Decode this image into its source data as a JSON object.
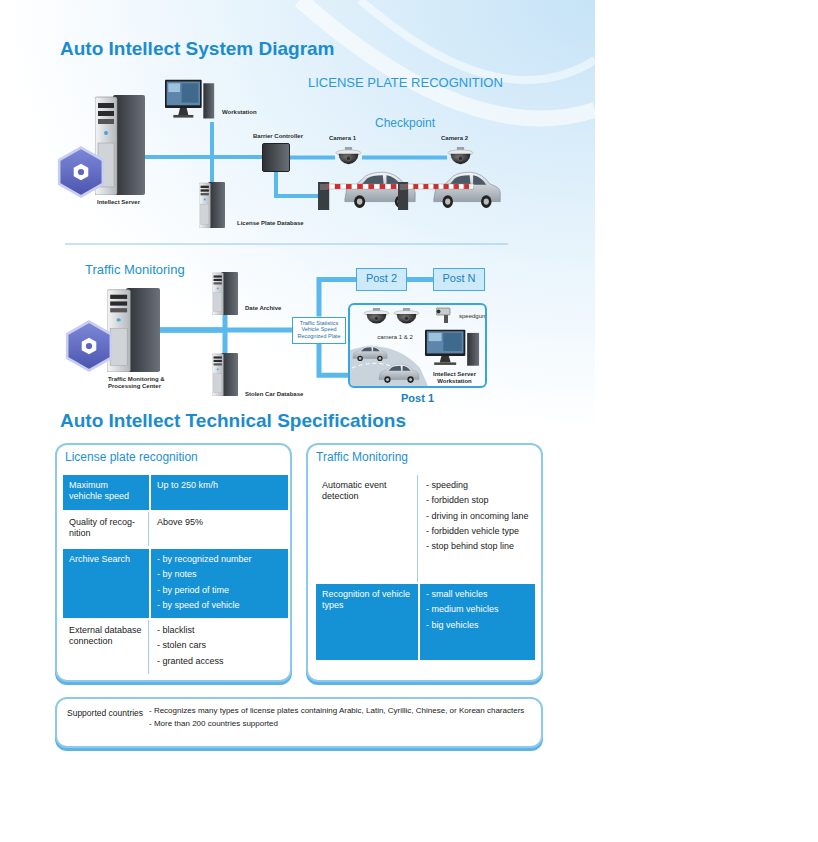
{
  "diagram": {
    "title": "Auto Intellect System Diagram",
    "nodes": [
      {
        "text": [
          "Intellect Server"
        ]
      },
      {
        "text": [
          "Workstation"
        ]
      },
      {
        "text": [
          "License Plate Database"
        ]
      },
      {
        "text": [
          "Barrier Controller"
        ]
      },
      {
        "text": [
          "Camera 1"
        ]
      },
      {
        "text": [
          "Camera 2"
        ]
      },
      {
        "text": [
          "Traffic Monitoring & Processing Center"
        ]
      },
      {
        "text": [
          "Date Archive"
        ]
      },
      {
        "text": [
          "Stolen Car Database"
        ]
      },
      {
        "text": [
          "Traffic Statistics Vehicle Speed Recognized Plate"
        ]
      },
      {
        "text": [
          "Post 2"
        ]
      },
      {
        "text": [
          "Post N"
        ]
      },
      {
        "text": [
          "Post 1"
        ]
      },
      {
        "text": [
          "camera 1 & 2"
        ],
        "in": 12
      },
      {
        "text": [
          "speedgun"
        ],
        "in": 12
      },
      {
        "text": [
          "Intellect Server Workstation"
        ],
        "in": 12
      },
      {
        "text": [
          "License plate recognition"
        ]
      },
      {
        "text": [
          "Maximum vehichle speed"
        ],
        "in": 16
      },
      {
        "text": [
          "Up to 250 km/h"
        ],
        "in": 16
      },
      {
        "text": [
          "Quality of recog- nition"
        ],
        "in": 16
      },
      {
        "text": [
          "Above 95%"
        ],
        "in": 16
      },
      {
        "text": [
          "Archive Search"
        ],
        "in": 16
      },
      {
        "text": [
          "- by recognized number",
          "- by notes",
          "- by period of time",
          "- by speed of vehicle"
        ],
        "in": 16
      },
      {
        "text": [
          "External database connection"
        ],
        "in": 16
      },
      {
        "text": [
          "- blacklist",
          "- stolen cars",
          "- granted access"
        ],
        "in": 16
      },
      {
        "text": [
          "Traffic Monitoring"
        ]
      },
      {
        "text": [
          "Automatic event detection"
        ],
        "in": 25
      },
      {
        "text": [
          "- speeding",
          "- forbidden stop",
          "- driving in oncoming lane",
          "- forbidden vehicle type",
          "- stop behind stop line"
        ],
        "in": 25
      },
      {
        "text": [
          "Recognition of vehicle types"
        ],
        "in": 25
      },
      {
        "text": [
          "- small vehicles",
          "- medium vehicles",
          "- big vehicles"
        ],
        "in": 25
      },
      {
        "text": [
          "Supported countries"
        ]
      },
      {
        "text": [
          "- Recognizes many types of license plates containing Arabic, Latin, Cyrillic, Chinese, or Korean characters",
          "- More than 200 countries supported"
        ],
        "in": 30
      }
    ],
    "edges": [
      {
        "from": 0,
        "to": 1,
        "arrow": "none"
      },
      {
        "from": 0,
        "to": 2,
        "arrow": "none"
      },
      {
        "from": 0,
        "to": 3,
        "arrow": "none"
      },
      {
        "from": 3,
        "to": 4,
        "arrow": "none"
      },
      {
        "from": 4,
        "to": 5,
        "arrow": "none"
      },
      {
        "from": 6,
        "to": 7,
        "arrow": "none"
      },
      {
        "from": 6,
        "to": 8,
        "arrow": "none"
      },
      {
        "from": 6,
        "to": 9,
        "arrow": "none"
      },
      {
        "from": 9,
        "to": 10,
        "arrow": "none"
      },
      {
        "from": 10,
        "to": 11,
        "arrow": "none"
      },
      {
        "from": 9,
        "to": 12,
        "arrow": "none"
      }
    ],
    "labels": [
      "LICENSE PLATE RECOGNITION",
      "Checkpoint",
      "Traffic Monitoring",
      "Auto Intellect Technical Specifications"
    ]
  }
}
